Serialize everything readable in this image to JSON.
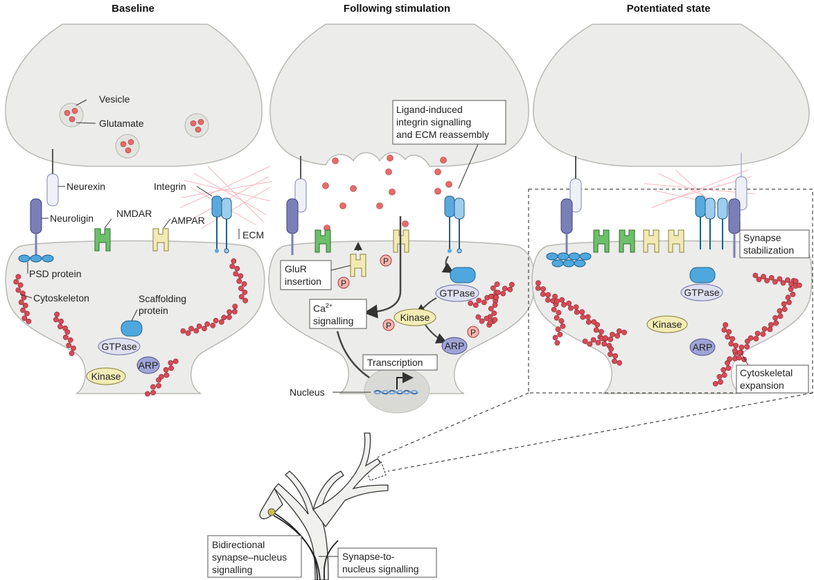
{
  "panels": {
    "baseline": "Baseline",
    "stimulation": "Following stimulation",
    "potentiated": "Potentiated state"
  },
  "labels": {
    "vesicle": "Vesicle",
    "glutamate": "Glutamate",
    "neurexin": "Neurexin",
    "neuroligin": "Neuroligin",
    "nmdar": "NMDAR",
    "ampar": "AMPAR",
    "integrin": "Integrin",
    "ecm": "ECM",
    "psd_protein": "PSD protein",
    "cytoskeleton": "Cytoskeleton",
    "scaffolding_1": "Scaffolding",
    "scaffolding_2": "protein",
    "gtpase": "GTPase",
    "kinase": "Kinase",
    "arp": "ARP",
    "phospho": "P",
    "nucleus": "Nucleus"
  },
  "callouts": {
    "ligand_1": "Ligand-induced",
    "ligand_2": "integrin signalling",
    "ligand_3": "and ECM reassembly",
    "glur_1": "GluR",
    "glur_2": "insertion",
    "ca_base": "Ca",
    "ca_sup": "2+",
    "ca_2": "signalling",
    "transcription": "Transcription",
    "stabilization_1": "Synapse",
    "stabilization_2": "stabilization",
    "cytoskeletal_1": "Cytoskeletal",
    "cytoskeletal_2": "expansion",
    "bidirectional_1": "Bidirectional",
    "bidirectional_2": "synapse–nucleus",
    "bidirectional_3": "signalling",
    "syn_to_nuc_1": "Synapse-to-",
    "syn_to_nuc_2": "nucleus signalling"
  },
  "colors": {
    "terminal_fill": "#ececea",
    "terminal_stroke": "#b8b8b4",
    "glutamate": "#e86a6a",
    "actin": "#d64b55",
    "nmdar": "#6dbf6b",
    "ampar": "#f1eab5",
    "integrin": "#5ba9dc",
    "neuroligin": "#7a7fb8",
    "gtpase": "#4fa8dd",
    "kinase": "#f2ecb6",
    "arp": "#9ea4d6",
    "ecm": "#f3b7bd"
  }
}
